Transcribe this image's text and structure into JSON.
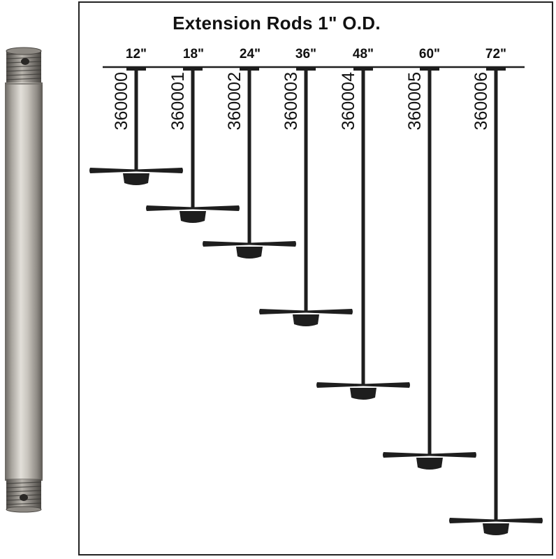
{
  "title": "Extension Rods 1\" O.D.",
  "colors": {
    "rod": "#1e1e1e",
    "frame": "#222222",
    "metal_light": "#dedbd5",
    "metal_dark": "#5e5b56"
  },
  "rods": [
    {
      "size": "12\"",
      "part": "360000",
      "length_in": 12
    },
    {
      "size": "18\"",
      "part": "360001",
      "length_in": 18
    },
    {
      "size": "24\"",
      "part": "360002",
      "length_in": 24
    },
    {
      "size": "36\"",
      "part": "360003",
      "length_in": 36
    },
    {
      "size": "48\"",
      "part": "360004",
      "length_in": 48
    },
    {
      "size": "60\"",
      "part": "360005",
      "length_in": 60
    },
    {
      "size": "72\"",
      "part": "360006",
      "length_in": 72
    }
  ]
}
